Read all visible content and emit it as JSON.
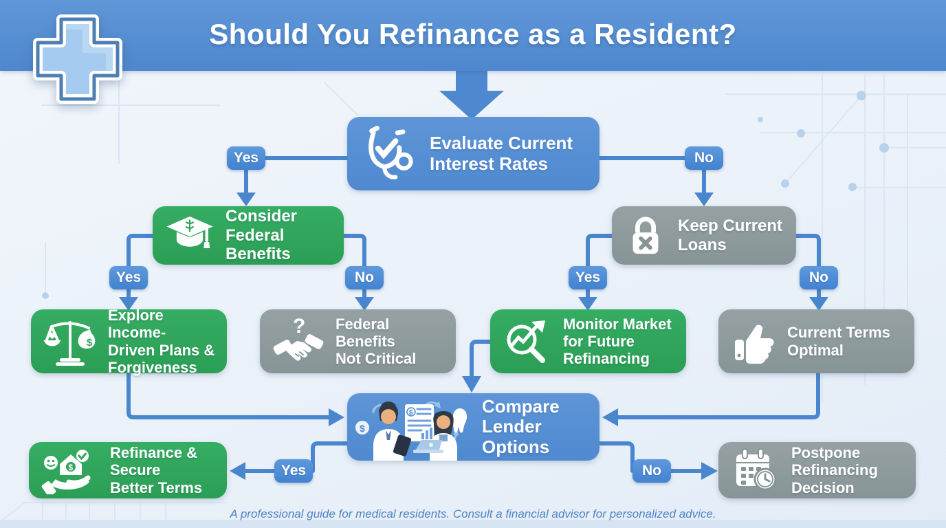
{
  "header": {
    "title": "Should You Refinance as a Resident?"
  },
  "labels": {
    "yes": "Yes",
    "no": "No"
  },
  "nodes": {
    "evaluate": {
      "lines": [
        "Evaluate Current",
        "Interest Rates"
      ],
      "color": "blue",
      "icon": "stethoscope-check"
    },
    "consider": {
      "lines": [
        "Consider",
        "Federal Benefits"
      ],
      "color": "green",
      "icon": "graduation-cap-caduceus"
    },
    "keep": {
      "lines": [
        "Keep Current",
        "Loans"
      ],
      "color": "gray",
      "icon": "locked-padlock-x"
    },
    "explore": {
      "lines": [
        "Explore Income-",
        "Driven Plans &",
        "Forgiveness"
      ],
      "color": "green",
      "icon": "balance-scale-heart-money"
    },
    "not_critical": {
      "lines": [
        "Federal Benefits",
        "Not Critical"
      ],
      "color": "gray",
      "icon": "handshake-question"
    },
    "monitor": {
      "lines": [
        "Monitor Market",
        "for Future",
        "Refinancing"
      ],
      "color": "green",
      "icon": "magnifier-trend-chart"
    },
    "optimal": {
      "lines": [
        "Current Terms",
        "Optimal"
      ],
      "color": "gray",
      "icon": "thumbs-up"
    },
    "compare": {
      "lines": [
        "Compare",
        "Lender Options"
      ],
      "color": "blue",
      "icon": "doctors-comparing-illustration"
    },
    "refinance": {
      "lines": [
        "Refinance & Secure",
        "Better Terms"
      ],
      "color": "green",
      "icon": "hand-house-dollar-check"
    },
    "postpone": {
      "lines": [
        "Postpone",
        "Refinancing",
        "Decision"
      ],
      "color": "gray",
      "icon": "calendar-clock"
    }
  },
  "footer": {
    "note": "A professional guide for medical residents. Consult a financial advisor for personalized advice."
  },
  "colors": {
    "header_blue": "#5490d4",
    "box_blue": "#568fd3",
    "box_green": "#2fa65b",
    "box_gray": "#8e9a9c",
    "connector_blue": "#4a86cd",
    "badge_blue": "#4f8bd3",
    "background": "#eef3fa",
    "footer_text": "#4d83c4"
  }
}
